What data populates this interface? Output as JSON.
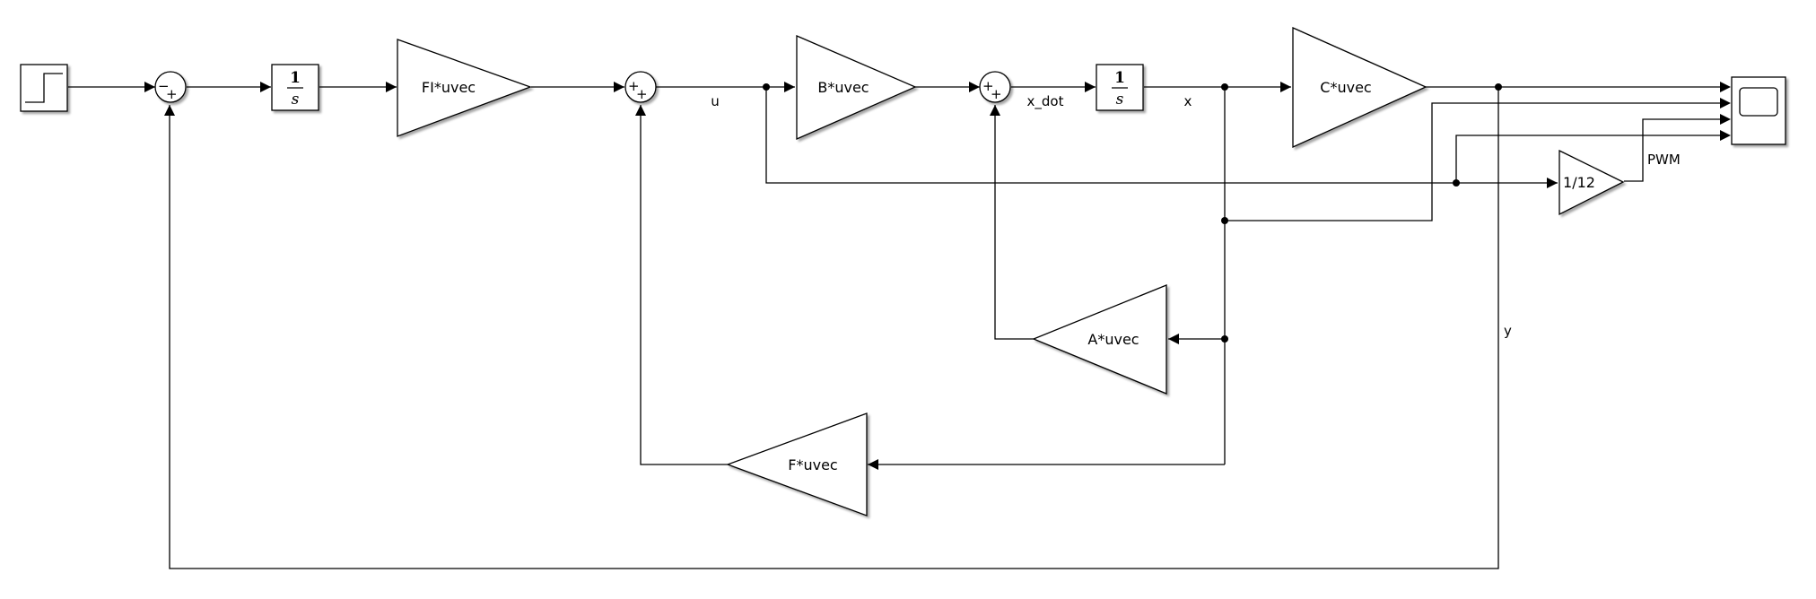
{
  "blocks": {
    "integrator1": {
      "numerator": "1",
      "denominator": "s"
    },
    "integrator2": {
      "numerator": "1",
      "denominator": "s"
    },
    "gain_fi": "FI*uvec",
    "gain_b": "B*uvec",
    "gain_c": "C*uvec",
    "gain_a": "A*uvec",
    "gain_f": "F*uvec",
    "gain_pwm": "1/12"
  },
  "sum_signs": {
    "sum1": [
      "−",
      "+"
    ],
    "sum2": [
      "+",
      "+"
    ],
    "sum3": [
      "+",
      "+"
    ]
  },
  "signals": {
    "u": "u",
    "x_dot": "x_dot",
    "x": "x",
    "pwm": "PWM",
    "y": "y"
  }
}
